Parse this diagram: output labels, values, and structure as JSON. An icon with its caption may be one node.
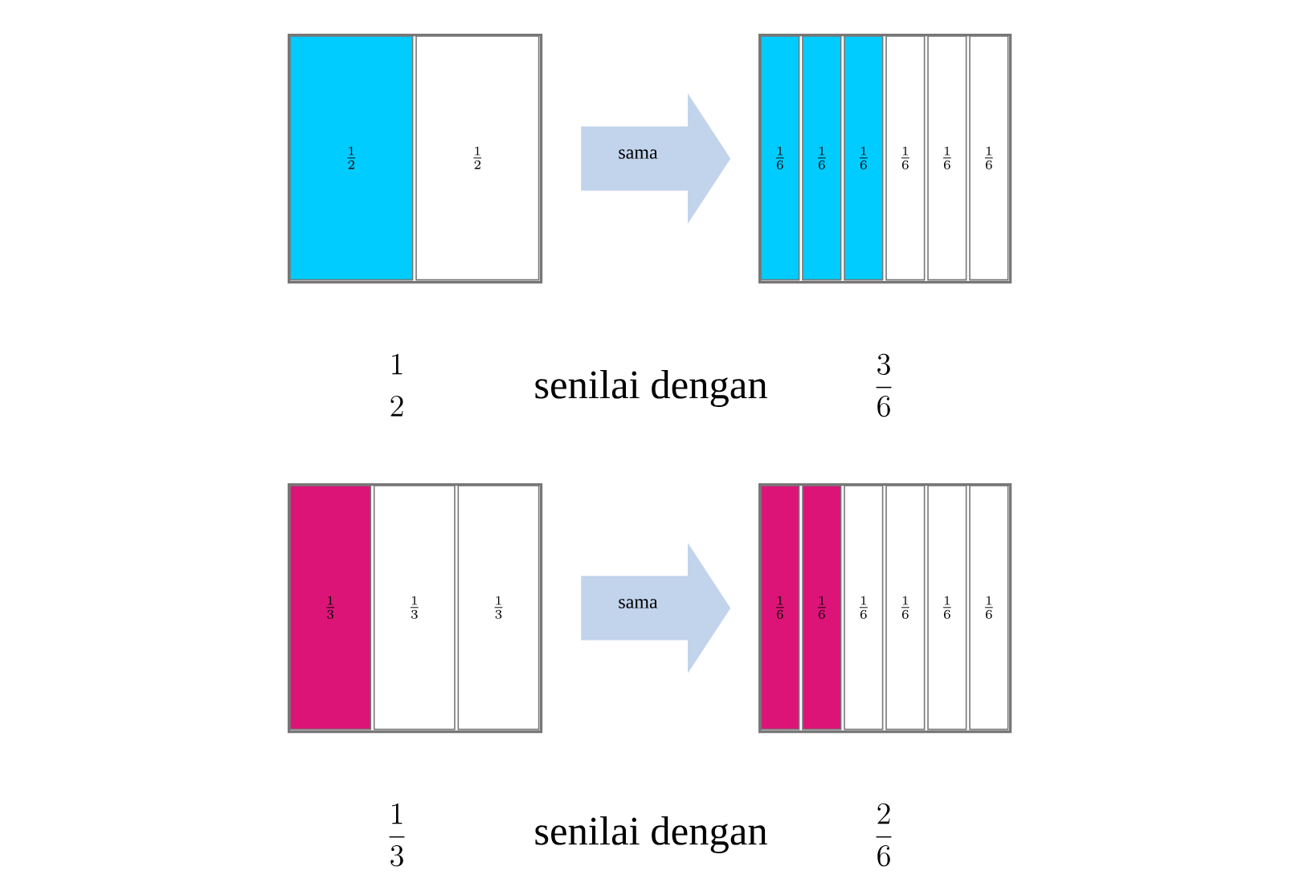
{
  "diagram": {
    "nodes": [
      {
        "text": [],
        "shape": "box"
      },
      {
        "text": [
          "\\frac{1}{2}"
        ],
        "in": 0
      },
      {
        "text": [
          "\\frac{1}{2}"
        ],
        "in": 0
      },
      {
        "text": [],
        "shape": "box"
      },
      {
        "text": [
          "\\frac{1}{6}"
        ],
        "in": 3
      },
      {
        "text": [
          "\\frac{1}{6}"
        ],
        "in": 3
      },
      {
        "text": [
          "\\frac{1}{6}"
        ],
        "in": 3
      },
      {
        "text": [
          "\\frac{1}{6}"
        ],
        "in": 3
      },
      {
        "text": [
          "\\frac{1}{6}"
        ],
        "in": 3
      },
      {
        "text": [
          "\\frac{1}{6}"
        ],
        "in": 3
      },
      {
        "text": [],
        "shape": "box"
      },
      {
        "text": [
          "\\frac{1}{3}"
        ],
        "in": 10
      },
      {
        "text": [
          "\\frac{1}{3}"
        ],
        "in": 10
      },
      {
        "text": [
          "\\frac{1}{3}"
        ],
        "in": 10
      },
      {
        "text": [],
        "shape": "box"
      },
      {
        "text": [
          "\\frac{1}{6}"
        ],
        "in": 14
      },
      {
        "text": [
          "\\frac{1}{6}"
        ],
        "in": 14
      },
      {
        "text": [
          "\\frac{1}{6}"
        ],
        "in": 14
      },
      {
        "text": [
          "\\frac{1}{6}"
        ],
        "in": 14
      },
      {
        "text": [
          "\\frac{1}{6}"
        ],
        "in": 14
      },
      {
        "text": [
          "\\frac{1}{6}"
        ],
        "in": 14
      }
    ],
    "edges": [
      {
        "from": 0,
        "to": 3,
        "arrow": "to",
        "label": "sama"
      },
      {
        "from": 10,
        "to": 14,
        "arrow": "to",
        "label": "sama"
      }
    ],
    "labels": [
      "\\genfrac{}{}{0pt}{}{1}{2}",
      "senilai dengan",
      "\\frac{3}{6}",
      "\\frac{1}{3}",
      "senilai dengan",
      "\\frac{2}{6}"
    ]
  }
}
